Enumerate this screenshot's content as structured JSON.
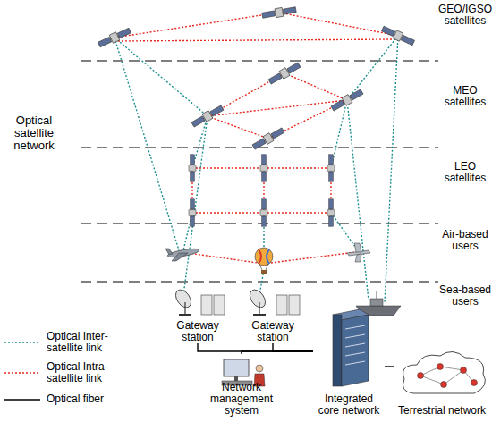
{
  "diagram": {
    "nodes": [
      {
        "text": [
          "Gateway station"
        ]
      },
      {
        "text": [
          "Gateway station"
        ]
      },
      {
        "text": [
          "Network management system"
        ]
      },
      {
        "text": [
          "Integrated core network"
        ]
      },
      {
        "text": [
          "Terrestrial network"
        ]
      }
    ],
    "edges": [
      {
        "from": 0,
        "to": 3,
        "arrow": "none"
      },
      {
        "from": 1,
        "to": 3,
        "arrow": "none"
      },
      {
        "from": 2,
        "to": 3,
        "arrow": "none"
      },
      {
        "from": 3,
        "to": 4,
        "arrow": "none"
      }
    ],
    "labels": [
      "GEO/IGSO satellites",
      "MEO satellites",
      "LEO satellites",
      "Air-based users",
      "Sea-based users",
      "Optical satellite network"
    ],
    "legend": [
      {
        "text": "Optical Inter-satellite link"
      },
      {
        "text": "Optical Intra-satellite link"
      },
      {
        "text": "Optical fiber"
      }
    ]
  }
}
